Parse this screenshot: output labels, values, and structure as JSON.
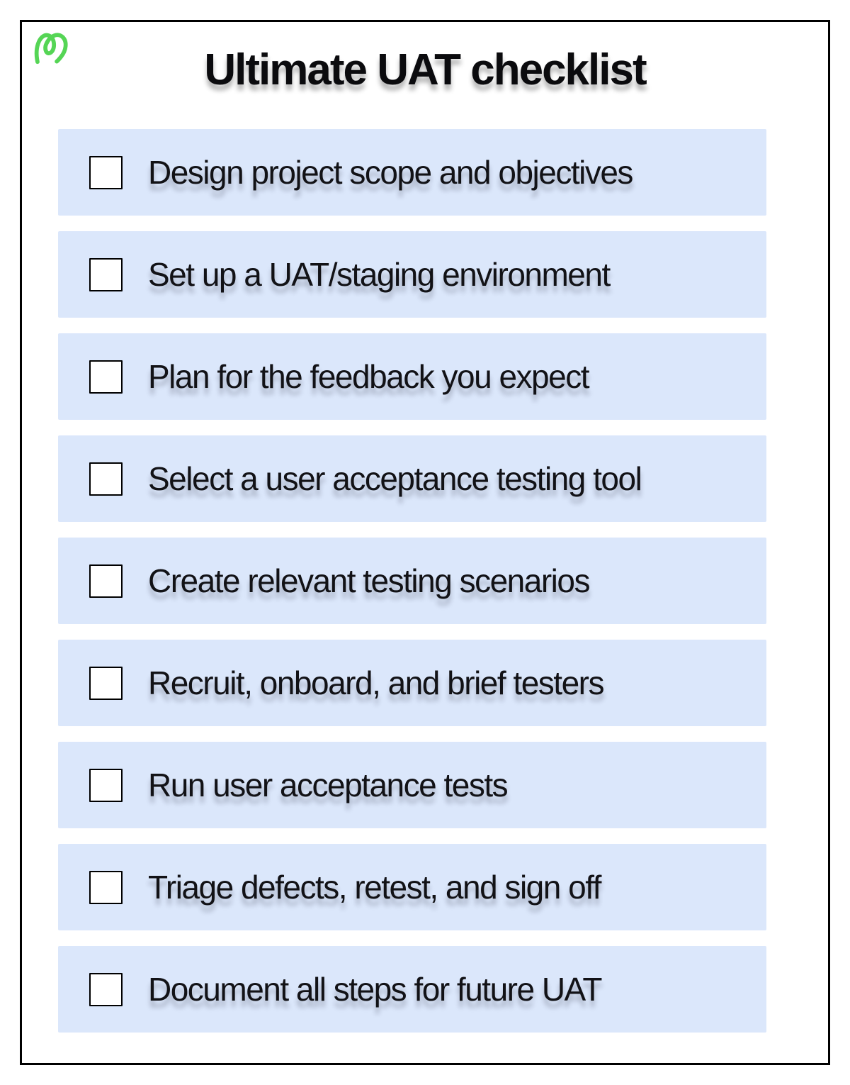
{
  "header": {
    "title": "Ultimate UAT checklist"
  },
  "logo": {
    "name": "monday-loop-logo",
    "color": "#55d555"
  },
  "colors": {
    "page_background": "#ffffff",
    "card_border": "#000000",
    "row_background": "#dbe7fb",
    "checkbox_border": "#000000",
    "checkbox_fill": "#ffffff",
    "text": "#121216"
  },
  "checklist": {
    "items": [
      {
        "label": "Design project scope and objectives",
        "checked": false
      },
      {
        "label": "Set up a UAT/staging environment",
        "checked": false
      },
      {
        "label": "Plan for the feedback you expect",
        "checked": false
      },
      {
        "label": "Select a user acceptance testing tool",
        "checked": false
      },
      {
        "label": "Create relevant testing scenarios",
        "checked": false
      },
      {
        "label": "Recruit, onboard, and brief testers",
        "checked": false
      },
      {
        "label": "Run user acceptance tests",
        "checked": false
      },
      {
        "label": "Triage defects, retest, and sign off",
        "checked": false
      },
      {
        "label": "Document all steps for future UAT",
        "checked": false
      }
    ]
  }
}
